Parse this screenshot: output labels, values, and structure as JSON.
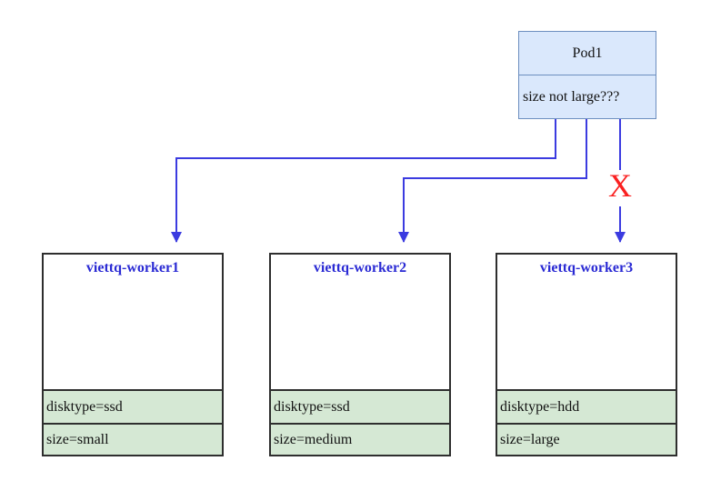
{
  "diagram": {
    "pod": {
      "title": "Pod1",
      "label": "size not large???"
    },
    "reject_mark": "X",
    "workers": [
      {
        "name": "viettq-worker1",
        "labels": [
          "disktype=ssd",
          "size=small"
        ]
      },
      {
        "name": "viettq-worker2",
        "labels": [
          "disktype=ssd",
          "size=medium"
        ]
      },
      {
        "name": "viettq-worker3",
        "labels": [
          "disktype=hdd",
          "size=large"
        ]
      }
    ],
    "colors": {
      "pod_fill": "#dae8fc",
      "pod_stroke": "#6c8ebf",
      "arrow_blue": "#3b3be0",
      "worker_title_blue": "#2a2ad4",
      "label_row_green": "#d5e8d4",
      "box_stroke": "#2e2e2e",
      "reject_red": "#fa2020"
    }
  }
}
